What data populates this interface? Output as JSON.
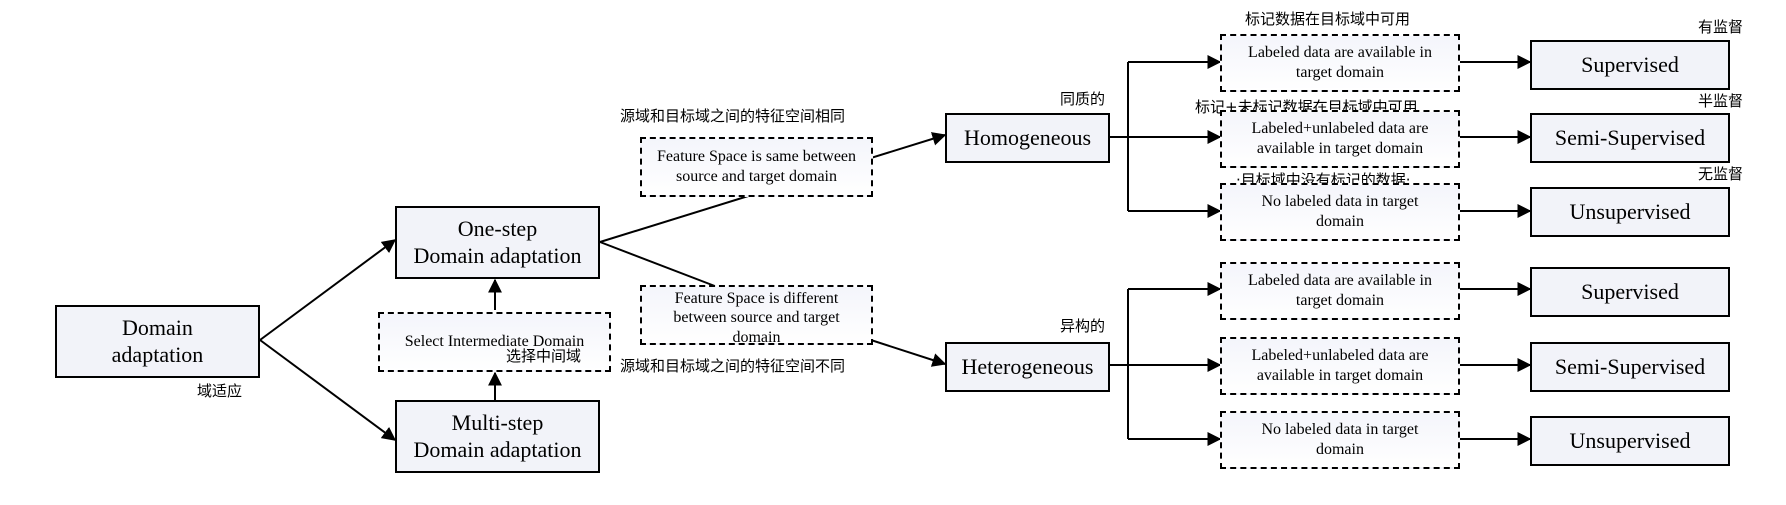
{
  "nodes": {
    "domain_adaptation": {
      "en": "Domain\nadaptation",
      "cn": "域适应"
    },
    "one_step": {
      "en": "One-step\nDomain adaptation"
    },
    "multi_step": {
      "en": "Multi-step\nDomain adaptation"
    },
    "select_intermediate": {
      "en": "Select Intermediate Domain",
      "cn": "选择中间域"
    },
    "fs_same": {
      "en": "Feature Space is same between\nsource and target domain",
      "cn": "源域和目标域之间的特征空间相同"
    },
    "fs_diff": {
      "en": "Feature Space is different\nbetween source and target\ndomain",
      "cn": "源域和目标域之间的特征空间不同"
    },
    "homogeneous": {
      "en": "Homogeneous",
      "cn": "同质的"
    },
    "heterogeneous": {
      "en": "Heterogeneous",
      "cn": "异构的"
    }
  },
  "conditions": {
    "labeled": {
      "en": "Labeled data are available in\ntarget domain",
      "cn": "标记数据在目标域中可用"
    },
    "semi": {
      "en": "Labeled+unlabeled  data are\navailable in target domain",
      "cn": "标记+未标记数据在目标域中可用"
    },
    "none": {
      "en": "No labeled  data in target\ndomain",
      "cn": "·目标域中没有标记的数据·"
    }
  },
  "outcomes": {
    "supervised": {
      "en": "Supervised",
      "cn": "有监督"
    },
    "semi_supervised": {
      "en": "Semi-Supervised",
      "cn": "半监督"
    },
    "unsupervised": {
      "en": "Unsupervised",
      "cn": "无监督"
    }
  }
}
